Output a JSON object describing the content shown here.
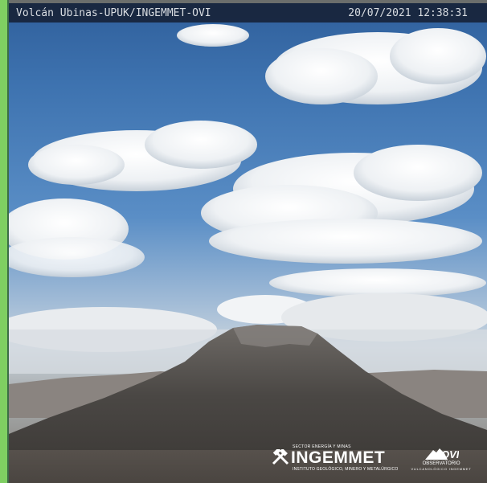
{
  "camera": {
    "station_label": "Volcán Ubinas-UPUK/INGEMMET-OVI",
    "timestamp": "20/07/2021 12:38:31"
  },
  "logos": {
    "ingemmet": {
      "top_line": "SECTOR ENERGÍA Y MINAS",
      "name": "INGEMMET",
      "subtitle": "INSTITUTO GEOLÓGICO, MINERO Y METALÚRGICO"
    },
    "ovi": {
      "name": "OVI",
      "subtitle": "OBSERVATORIO",
      "subtitle2": "VULCANOLÓGICO INGEMMET"
    }
  },
  "colors": {
    "sky": "#3e73b0",
    "border_green": "#7fcf62",
    "header_bg": "#162034",
    "header_text": "#d9dde2"
  },
  "icons": [
    "hammer-icon",
    "ovi-volcano-icon"
  ]
}
